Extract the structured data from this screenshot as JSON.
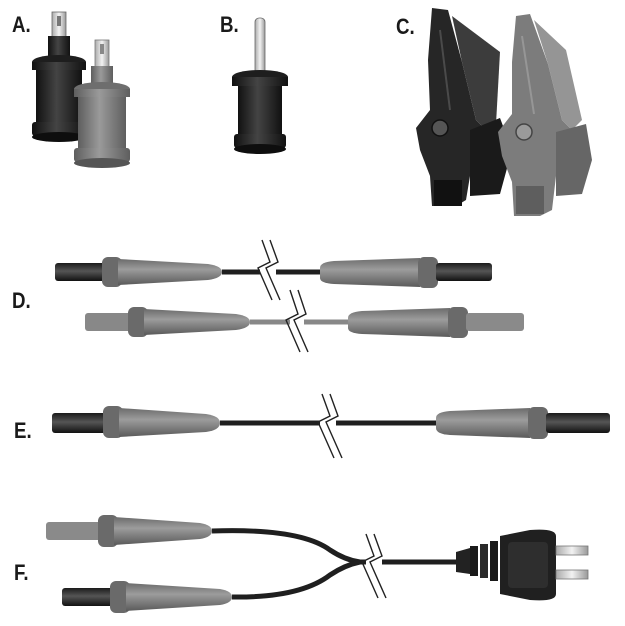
{
  "labels": {
    "a": "A.",
    "b": "B.",
    "c": "C.",
    "d": "D.",
    "e": "E.",
    "f": "F."
  },
  "colors": {
    "black_part": "#222222",
    "gray_part": "#7a7a7a",
    "light_gray": "#9a9a9a",
    "pin": "#d8d8d8",
    "cable": "#2a2a2a"
  },
  "icons": {
    "a": "spade-lug-adapters",
    "b": "pin-adapter",
    "c": "alligator-clips",
    "d": "test-leads-pair",
    "e": "test-lead-single",
    "f": "y-split-power-cord"
  }
}
